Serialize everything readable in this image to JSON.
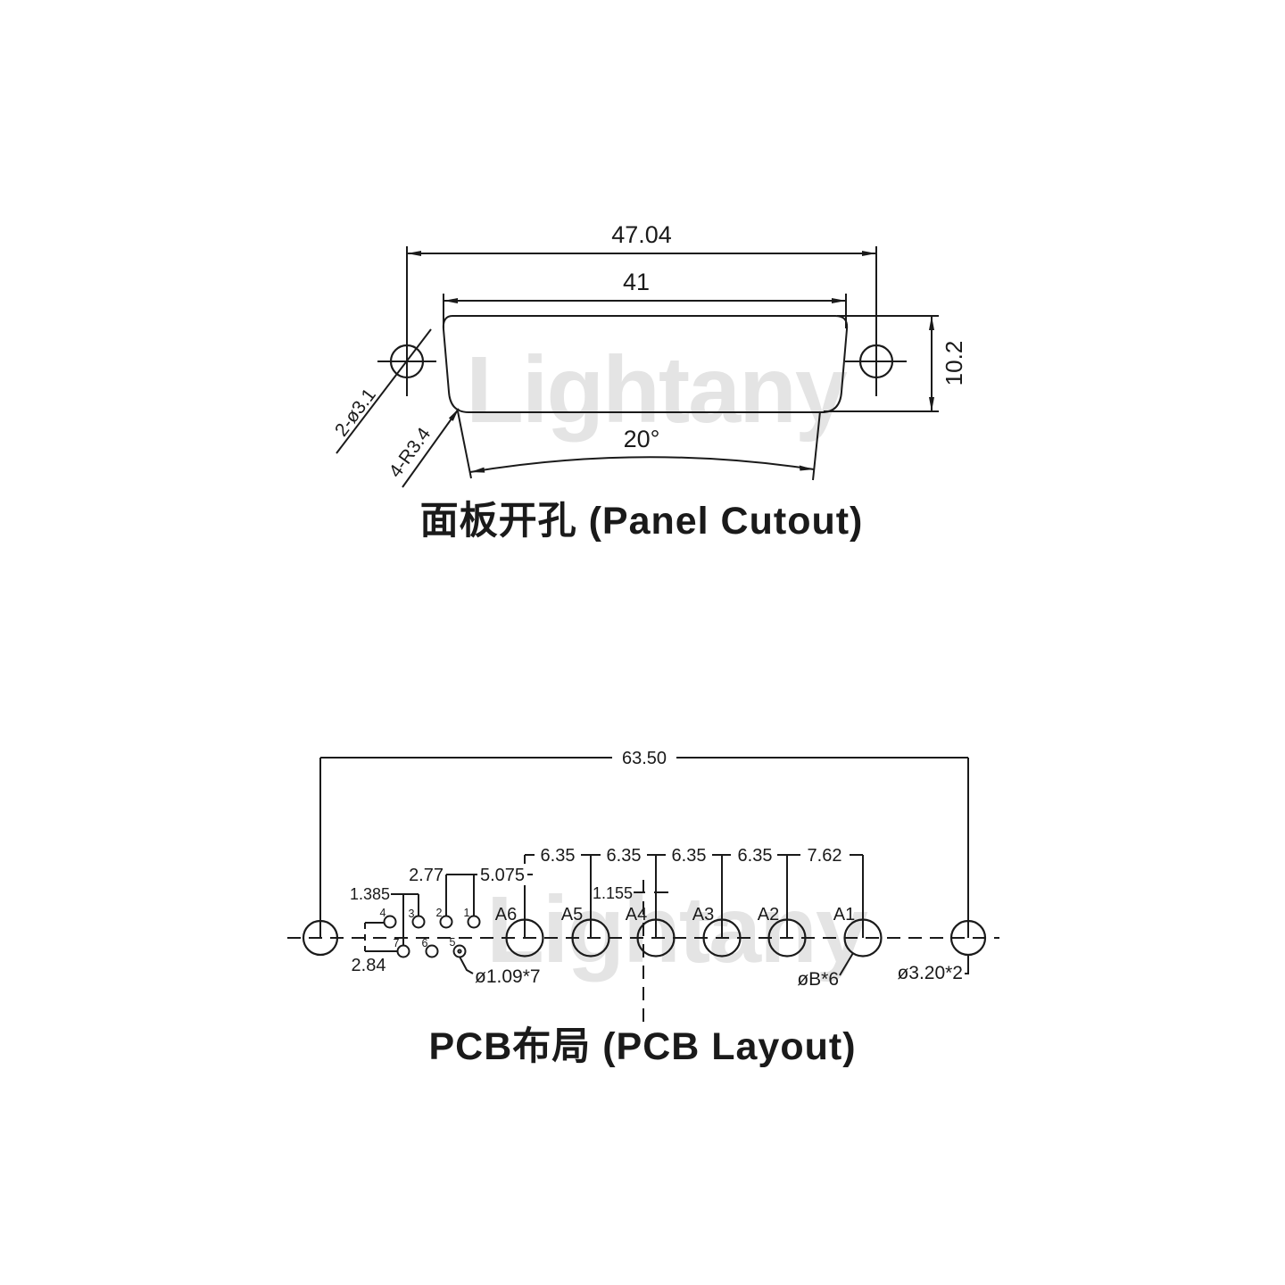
{
  "watermark_text": "Lightany",
  "panel_cutout": {
    "caption": "面板开孔 (Panel Cutout)",
    "dim_outer_width": "47.04",
    "dim_cutout_width": "41",
    "dim_height": "10.2",
    "dim_angle": "20°",
    "label_mount_holes": "2-ø3.1",
    "label_corner_radius": "4-R3.4"
  },
  "pcb_layout": {
    "caption": "PCB布局 (PCB Layout)",
    "dim_overall_width": "63.50",
    "dim_coax_pitch": "6.35",
    "dim_coax_pitch_a1": "7.62",
    "dim_pin1_to_a6": "5.075",
    "dim_pin_pitch": "2.77",
    "dim_row_offset": "1.385",
    "dim_row_spacing": "2.84",
    "dim_a4_offset": "1.155",
    "label_signal_holes": "ø1.09*7",
    "label_coax_holes": "øB*6",
    "label_mount_holes": "ø3.20*2",
    "coax_labels": [
      "A6",
      "A5",
      "A4",
      "A3",
      "A2",
      "A1"
    ],
    "pin_numbers": [
      "4",
      "3",
      "2",
      "1",
      "7",
      "6",
      "5"
    ]
  }
}
